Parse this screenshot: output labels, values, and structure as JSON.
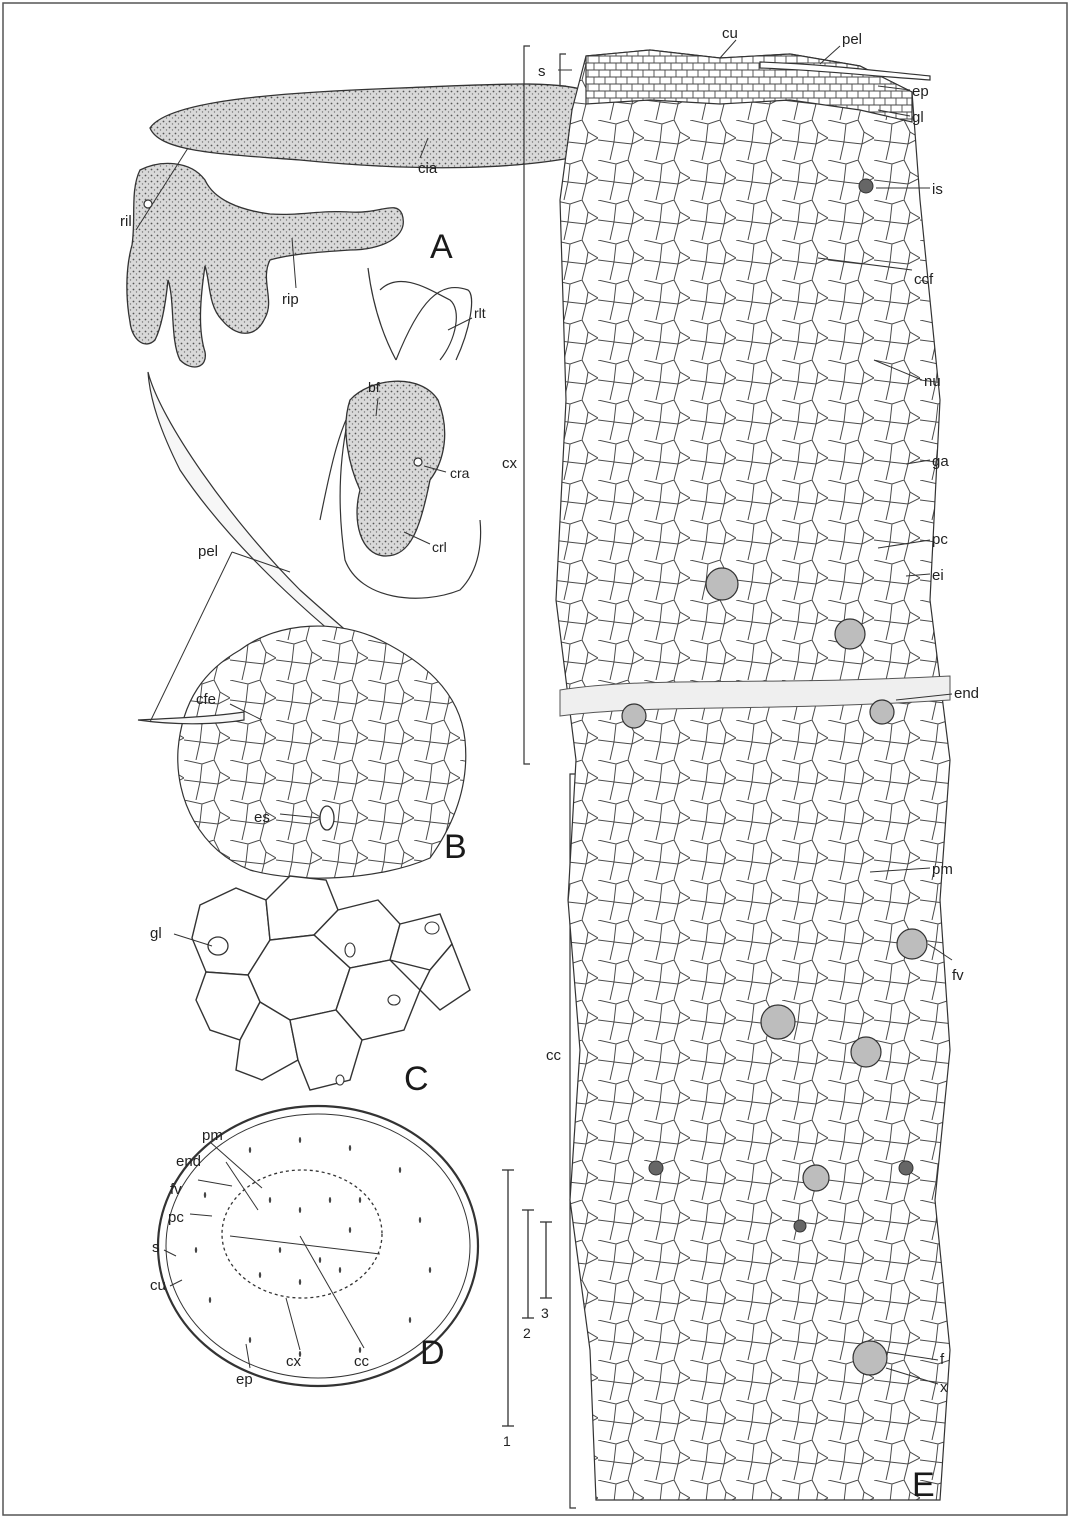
{
  "panels": {
    "A": {
      "letter": "A",
      "labels": {
        "cia": "cia",
        "ril": "ril",
        "rip": "rip"
      }
    },
    "A_seedling": {
      "labels": {
        "rlt": "rlt",
        "bf": "bf",
        "cra": "cra",
        "crl": "crl"
      }
    },
    "B": {
      "letter": "B",
      "labels": {
        "pel": "pel",
        "cfe": "cfe",
        "es": "es"
      }
    },
    "C": {
      "letter": "C",
      "labels": {
        "gl": "gl"
      }
    },
    "D": {
      "letter": "D",
      "labels": {
        "pm": "pm",
        "end": "end",
        "fv": "fv",
        "pc": "pc",
        "s": "s",
        "cu": "cu",
        "ep": "ep",
        "cx": "cx",
        "cc": "cc"
      }
    },
    "E": {
      "letter": "E",
      "labels": {
        "cu": "cu",
        "pel": "pel",
        "s": "s",
        "ep": "ep",
        "gl": "gl",
        "is": "is",
        "ccf": "ccf",
        "nu": "nu",
        "cx": "cx",
        "ga": "ga",
        "pc": "pc",
        "ei": "ei",
        "end": "end",
        "pm": "pm",
        "fv": "fv",
        "cc": "cc",
        "f": "f",
        "x": "x"
      }
    }
  },
  "scale_bars": {
    "one": "1",
    "two": "2",
    "three": "3"
  },
  "colors": {
    "ink": "#333333",
    "stipple": "#6b6b6b",
    "frame": "#555555"
  }
}
